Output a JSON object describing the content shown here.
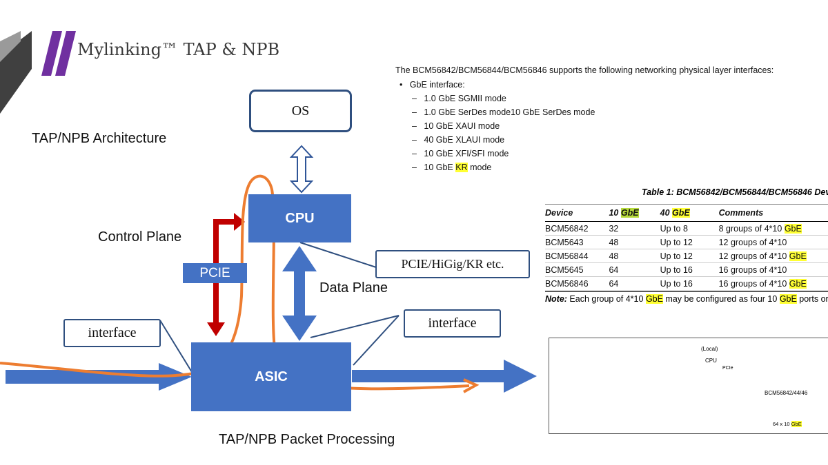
{
  "header": {
    "title": "Mylinking™ TAP & NPB"
  },
  "diagram": {
    "architecture_label": "TAP/NPB Architecture",
    "os_label": "OS",
    "cpu_label": "CPU",
    "asic_label": "ASIC",
    "control_plane_label": "Control Plane",
    "pcie_label": "PCIE",
    "data_plane_label": "Data Plane",
    "pcie_higig_label": "PCIE/HiGig/KR etc.",
    "interface_left_label": "interface",
    "interface_right_label": "interface",
    "packet_processing_label": "TAP/NPB Packet Processing",
    "colors": {
      "blue": "#4472c4",
      "red": "#c00000",
      "orange": "#ed7d31",
      "purple": "#7030a0"
    }
  },
  "spec": {
    "intro": "The BCM56842/BCM56844/BCM56846 supports the following networking physical layer interfaces:",
    "bullet": "GbE interface:",
    "modes": [
      "1.0 GbE SGMII mode",
      "1.0 GbE SerDes mode10 GbE SerDes mode",
      "10 GbE XAUI mode",
      "40 GbE XLAUI mode",
      "10 GbE XFI/SFI mode"
    ],
    "last_mode_prefix": "10 GbE ",
    "last_mode_highlight": "KR",
    "last_mode_suffix": " mode"
  },
  "table": {
    "title": "Table 1:  BCM56842/BCM56844/BCM56846 Dev",
    "headers": {
      "device": "Device",
      "ten_prefix": "10 ",
      "ten_hl": "GbE",
      "forty_prefix": "40 ",
      "forty_hl": "GbE",
      "comments": "Comments"
    },
    "rows": [
      {
        "device": "BCM56842",
        "ten": "32",
        "forty": "Up to 8",
        "comment": "8 groups of 4*10 ",
        "comment_hl": "GbE"
      },
      {
        "device": "BCM5643",
        "ten": "48",
        "forty": "Up to 12",
        "comment": "12 groups of 4*10",
        "comment_hl": ""
      },
      {
        "device": "BCM56844",
        "ten": "48",
        "forty": "Up to 12",
        "comment": "12 groups of 4*10 ",
        "comment_hl": "GbE"
      },
      {
        "device": "BCM5645",
        "ten": "64",
        "forty": "Up to 16",
        "comment": "16 groups of 4*10",
        "comment_hl": ""
      },
      {
        "device": "BCM56846",
        "ten": "64",
        "forty": "Up to 16",
        "comment": "16 groups of 4*10 ",
        "comment_hl": "GbE"
      }
    ],
    "note_label": "Note:",
    "note_a": " Each group of 4*10 ",
    "note_hl1": "GbE",
    "note_b": " may be configured as four 10 ",
    "note_hl2": "GbE",
    "note_c": " ports or"
  },
  "block": {
    "local_label": "(Local)",
    "cpu_label": "CPU",
    "pcie_label": "PCIe",
    "chip_label": "BCM56842/44/46",
    "ports_prefix": "64 x 10 ",
    "ports_hl": "GbE"
  }
}
